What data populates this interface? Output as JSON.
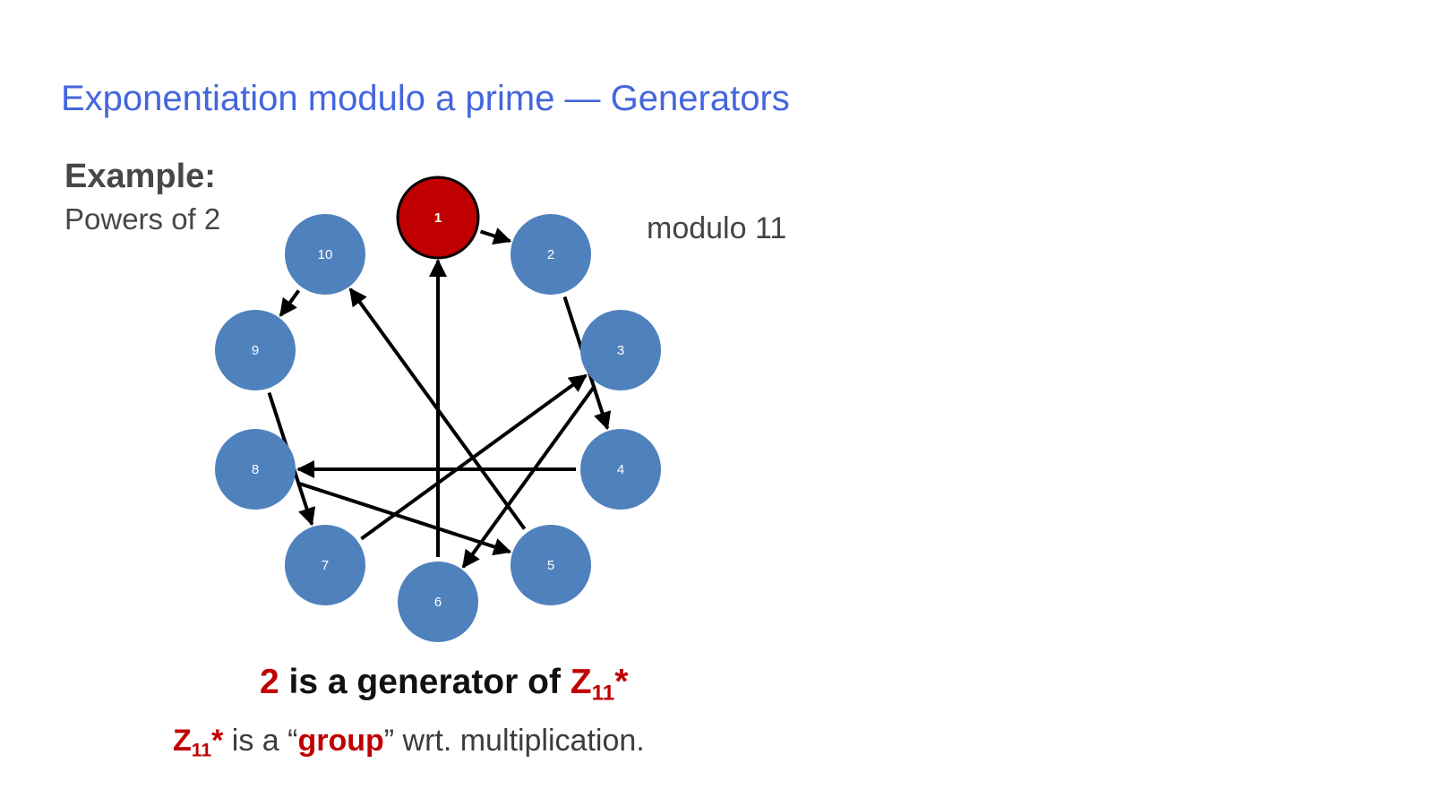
{
  "slide": {
    "title": "Exponentiation modulo a prime — Generators",
    "example_label": "Example:",
    "example_sub": "Powers of 2",
    "modulo": "modulo 11",
    "statement": {
      "number": "2",
      "text": " is a generator of ",
      "group_symbol": "Z",
      "group_subscript": "11",
      "group_star": "*"
    },
    "note": {
      "group_symbol": "Z",
      "group_subscript": "11",
      "group_star": "*",
      "text_before": " is a “",
      "highlight": "group",
      "text_after": "” wrt. multiplication."
    }
  },
  "diagram": {
    "colors": {
      "node": "#4f81bd",
      "start_node": "#c00000",
      "edge": "#000000"
    },
    "nodes": [
      {
        "id": 1,
        "label": "1",
        "start": true
      },
      {
        "id": 2,
        "label": "2"
      },
      {
        "id": 3,
        "label": "3"
      },
      {
        "id": 4,
        "label": "4"
      },
      {
        "id": 5,
        "label": "5"
      },
      {
        "id": 6,
        "label": "6"
      },
      {
        "id": 7,
        "label": "7"
      },
      {
        "id": 8,
        "label": "8"
      },
      {
        "id": 9,
        "label": "9"
      },
      {
        "id": 10,
        "label": "10"
      }
    ],
    "edges": [
      [
        1,
        2
      ],
      [
        2,
        4
      ],
      [
        4,
        8
      ],
      [
        8,
        5
      ],
      [
        5,
        10
      ],
      [
        10,
        9
      ],
      [
        9,
        7
      ],
      [
        7,
        3
      ],
      [
        3,
        6
      ],
      [
        6,
        1
      ]
    ]
  }
}
